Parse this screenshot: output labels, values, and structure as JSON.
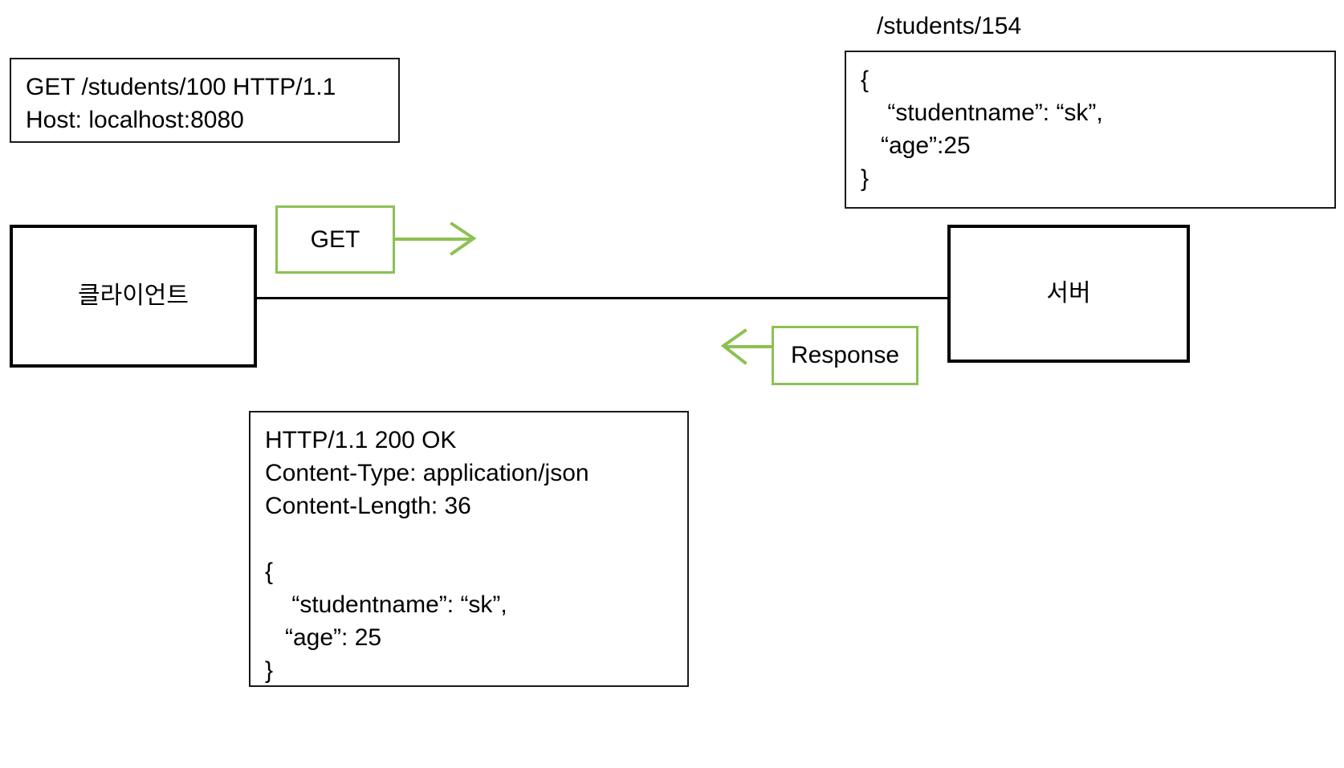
{
  "diagram": {
    "title_label": "/students/154",
    "request_note": {
      "lines": [
        "GET /students/100 HTTP/1.1",
        "Host: localhost:8080"
      ]
    },
    "resource_note": {
      "lines": [
        "{",
        "    “studentname”: “sk”,",
        "   “age”:25",
        "}"
      ]
    },
    "response_note": {
      "lines": [
        "HTTP/1.1 200 OK",
        "Content-Type: application/json",
        "Content-Length: 36",
        "",
        "{",
        "    “studentname”: “sk”,",
        "   “age”: 25",
        "}"
      ]
    },
    "nodes": {
      "client_label": "클라이언트",
      "server_label": "서버"
    },
    "messages": {
      "request_chip": "GET",
      "response_chip": "Response"
    },
    "colors": {
      "arrow_green": "#8CC152",
      "node_border": "#000000",
      "note_border": "#1a1a1a",
      "text": "#000000",
      "background": "#ffffff"
    }
  }
}
